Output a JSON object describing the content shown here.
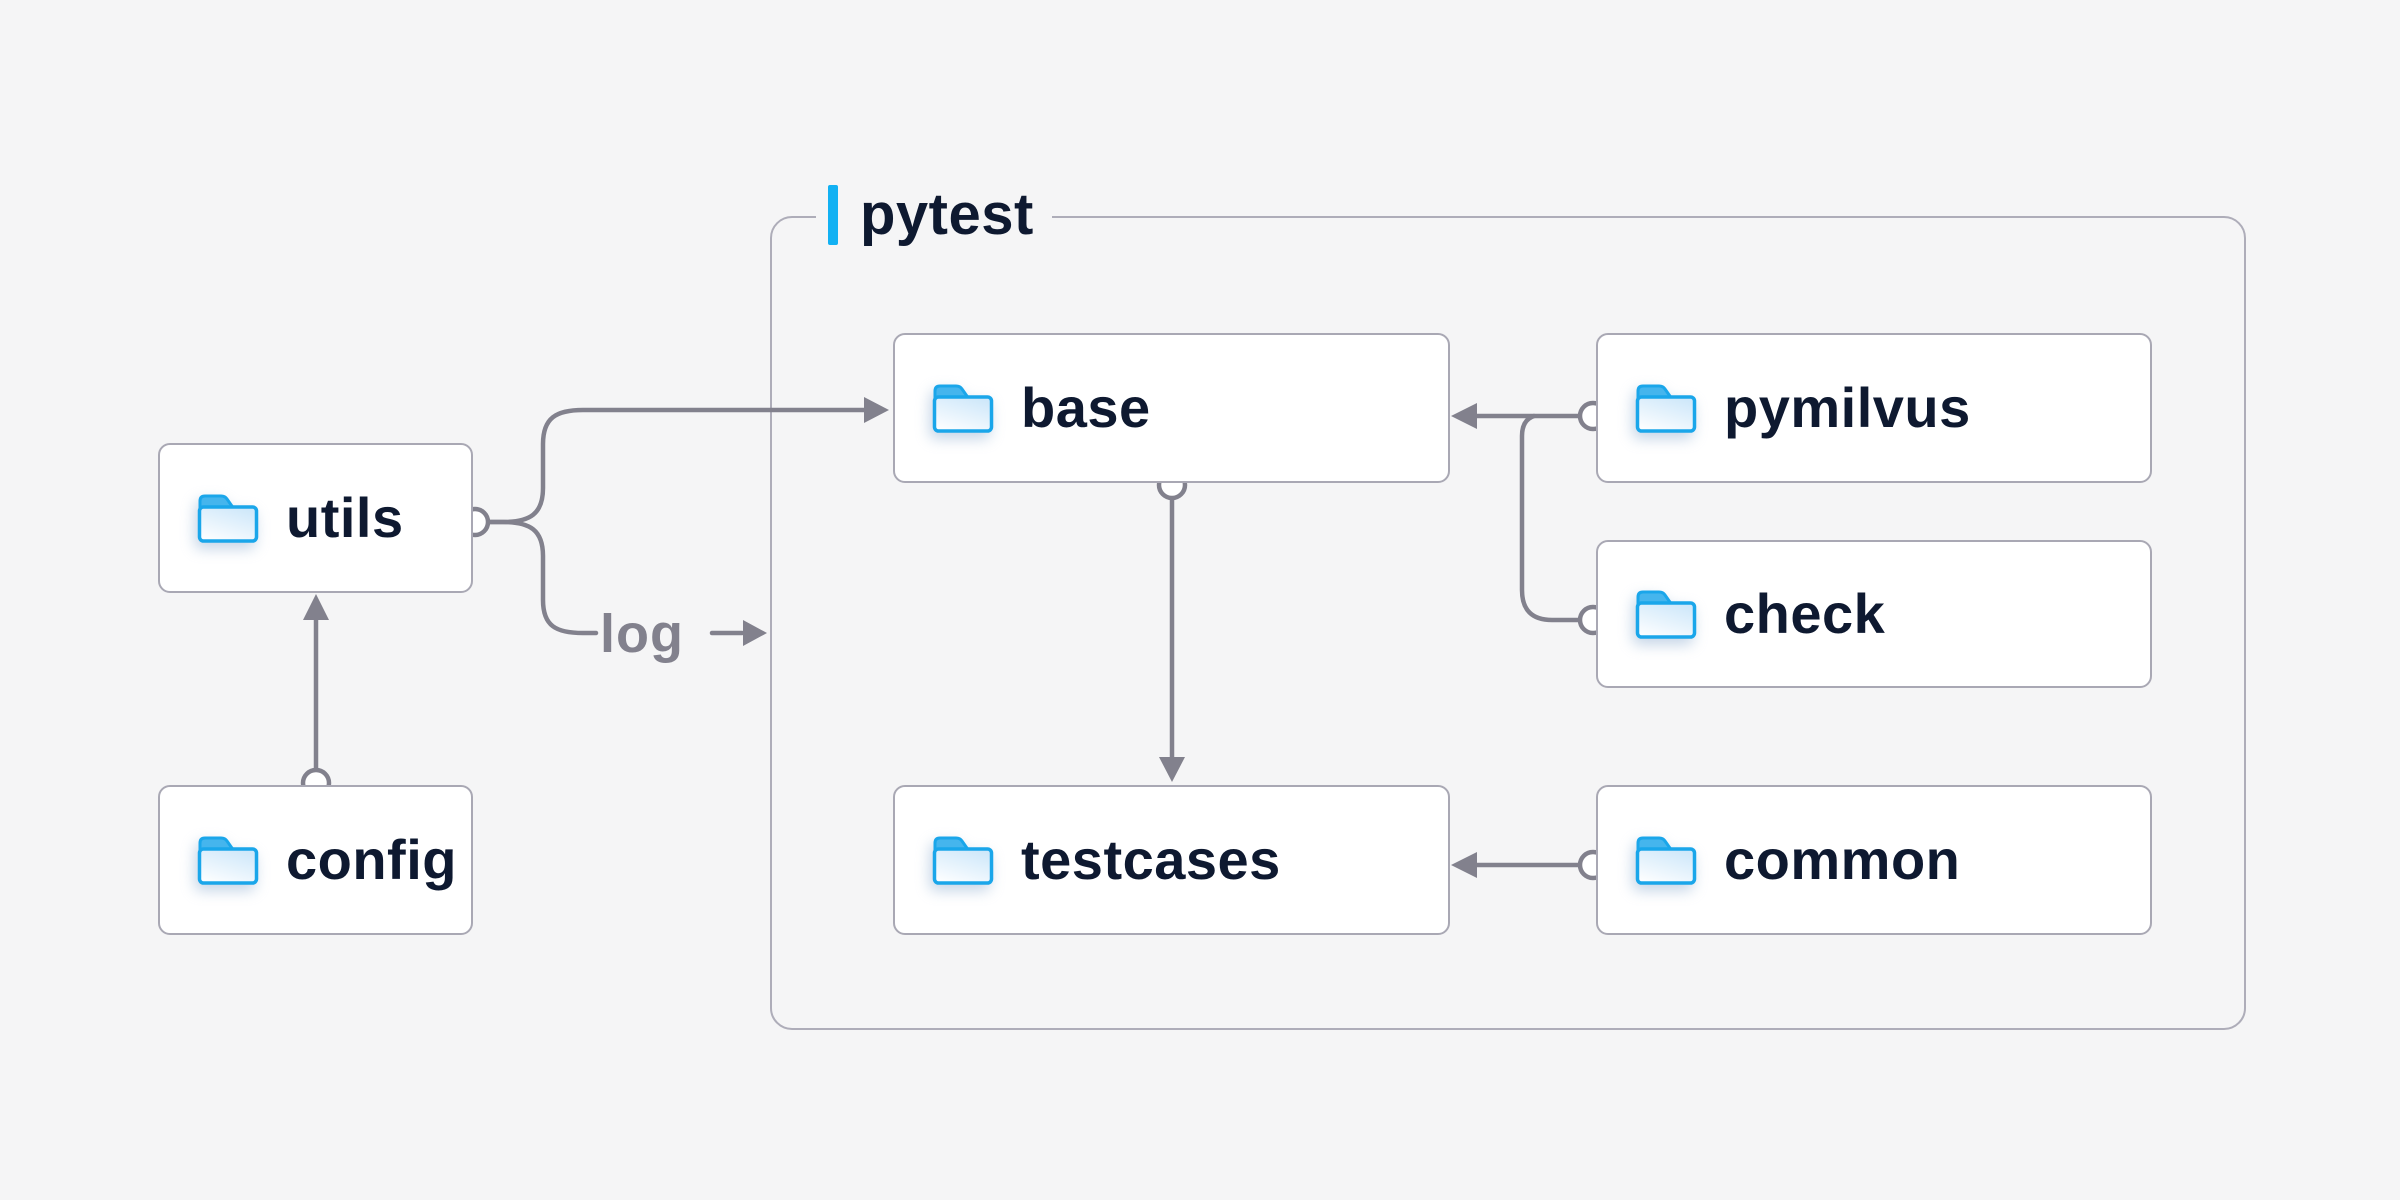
{
  "theme": {
    "background": "#f5f5f6",
    "accent_blue": "#12b1f3",
    "folder_blue": "#1aa6ea",
    "folder_tab_fill": "#45b5ed",
    "folder_body_top": "#cfe8fa",
    "folder_body_bottom": "#fdfeff",
    "line_gray": "#82818d",
    "box_border": "#a9a8b4",
    "group_border": "#aeadb9",
    "text_navy": "#0e1930"
  },
  "group": {
    "label": "pytest"
  },
  "nodes": [
    {
      "id": "utils",
      "label": "utils"
    },
    {
      "id": "config",
      "label": "config"
    },
    {
      "id": "base",
      "label": "base"
    },
    {
      "id": "testcases",
      "label": "testcases"
    },
    {
      "id": "pymilvus",
      "label": "pymilvus"
    },
    {
      "id": "check",
      "label": "check"
    },
    {
      "id": "common",
      "label": "common"
    }
  ],
  "edge_labels": {
    "log": "log"
  },
  "edges": [
    {
      "from": "config",
      "to": "utils"
    },
    {
      "from": "utils",
      "to": "base"
    },
    {
      "from": "utils",
      "to": "log"
    },
    {
      "from": "base",
      "to": "testcases"
    },
    {
      "from": "pymilvus",
      "to": "base"
    },
    {
      "from": "check",
      "to": "base"
    },
    {
      "from": "common",
      "to": "testcases"
    }
  ]
}
